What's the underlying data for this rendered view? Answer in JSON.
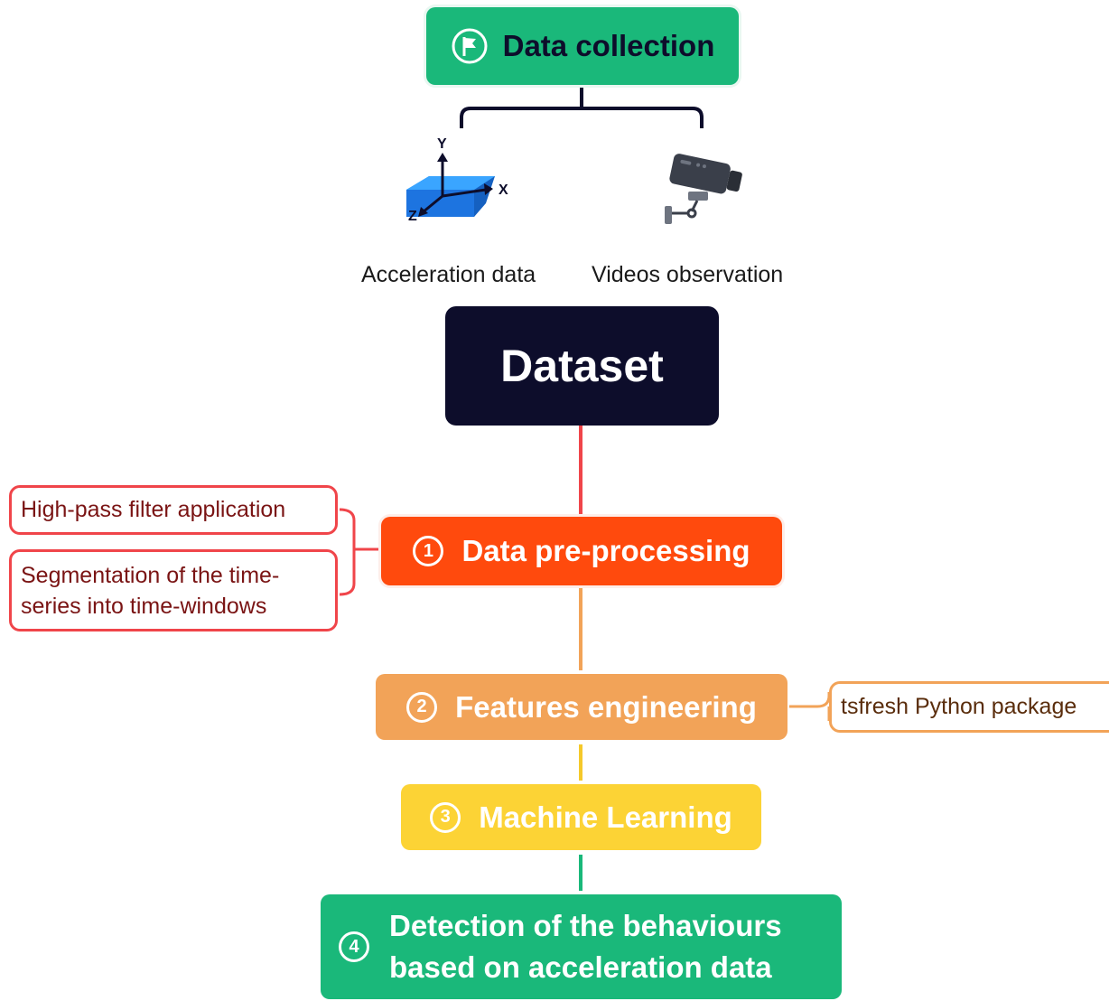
{
  "data_collection": {
    "label": "Data collection",
    "color": "#1ab87a"
  },
  "sources": {
    "acceleration": {
      "label": "Acceleration data",
      "axes": {
        "y": "Y",
        "x": "X",
        "z": "Z"
      },
      "icon": "accelerometer-icon"
    },
    "videos": {
      "label": "Videos observation",
      "icon": "camera-icon"
    }
  },
  "dataset": {
    "label": "Dataset",
    "color": "#0d0d2b"
  },
  "steps": [
    {
      "number": "1",
      "label": "Data pre-processing",
      "color": "#ff4a0d"
    },
    {
      "number": "2",
      "label": "Features engineering",
      "color": "#f2a358"
    },
    {
      "number": "3",
      "label": "Machine Learning",
      "color": "#fcd335"
    },
    {
      "number": "4",
      "label": "Detection of the behaviours based on acceleration data",
      "line1": "Detection of the behaviours",
      "line2": "based on acceleration data",
      "color": "#1ab87a"
    }
  ],
  "preprocessing_notes": [
    {
      "label": "High-pass filter application"
    },
    {
      "label": "Segmentation of the time-series into time-windows",
      "line1": "Segmentation of the time-",
      "line2": "series into time-windows"
    }
  ],
  "features_note": {
    "label": "tsfresh Python package"
  }
}
